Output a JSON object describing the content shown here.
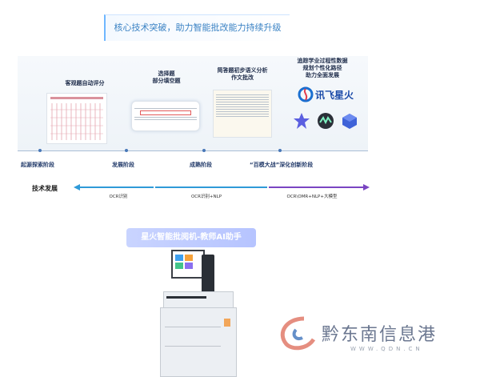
{
  "banner": {
    "text": "核心技术突破，助力智能批改能力持续升级"
  },
  "stages": [
    {
      "title": "客观题自动评分"
    },
    {
      "title_l1": "选择题",
      "title_l2": "部分填空题"
    },
    {
      "title_l1": "简答题初步语义分析",
      "title_l2": "作文批改"
    },
    {
      "title_l1": "追踪学业过程性数据",
      "title_l2": "规划个性化路径",
      "title_l3": "助力全面发展"
    }
  ],
  "brand": {
    "logo_text": "讯飞星火"
  },
  "milestones": [
    "起源探索阶段",
    "发展阶段",
    "成熟阶段",
    "“百模大战”深化创新阶段"
  ],
  "tech": {
    "label": "技术发展",
    "phases": [
      "OCR识别",
      "OCR识别+NLP",
      "OCR\\OMR+NLP+大模型"
    ]
  },
  "product": {
    "title": "星火智能批阅机-教师AI助手"
  },
  "colors": {
    "arrow_blue": "#2f9ad8",
    "arrow_purple": "#7a45c2",
    "banner_text": "#3a82c4"
  },
  "watermark": {
    "name": "黔东南信息港",
    "url": "WWW.QDN.CN"
  }
}
